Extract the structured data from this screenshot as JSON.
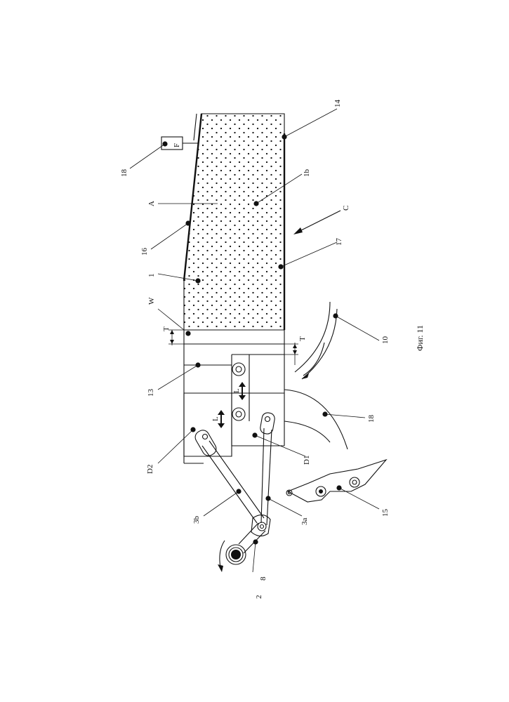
{
  "figure": {
    "caption": "Фиг. 11",
    "labels": {
      "l14": "14",
      "l18a": "18",
      "lF": "F",
      "l1b": "1b",
      "lA": "A",
      "lC": "C",
      "l16": "16",
      "l17": "17",
      "l1": "1",
      "lW": "W",
      "lT1": "T",
      "lT2": "T",
      "l10": "10",
      "l13": "13",
      "lL1": "L",
      "lL2": "L",
      "l18b": "18",
      "lD2": "D2",
      "lD1": "D1",
      "l3b": "3b",
      "l3a": "3a",
      "l15": "15",
      "l2": "2",
      "l8": "8"
    }
  }
}
